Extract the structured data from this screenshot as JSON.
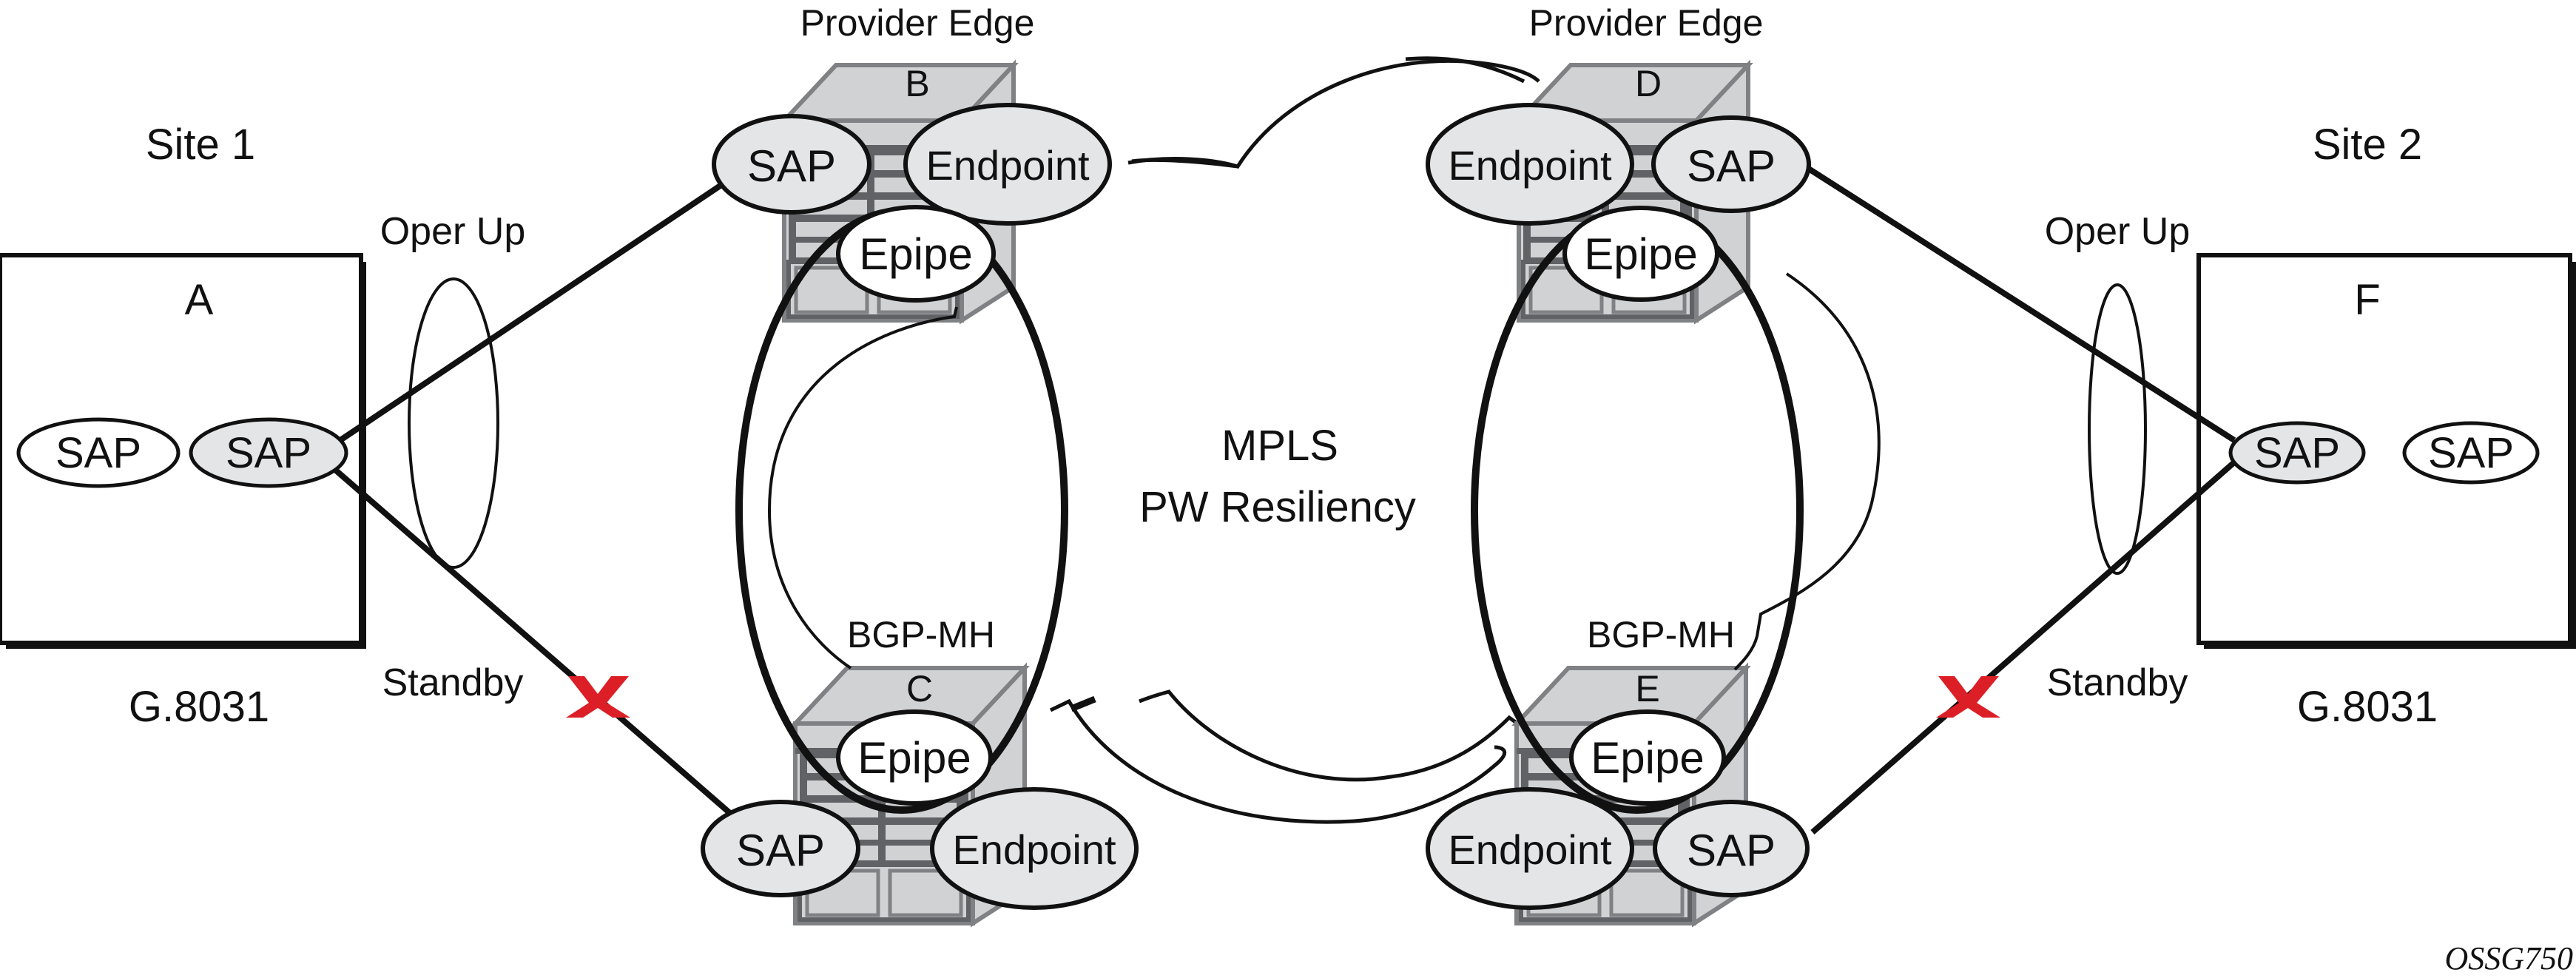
{
  "diagram": {
    "sites": [
      {
        "id": "site1",
        "title": "Site 1",
        "node": "A",
        "protection": "G.8031",
        "saps": [
          "SAP",
          "SAP"
        ],
        "oper_up": "Oper Up",
        "standby": "Standby"
      },
      {
        "id": "site2",
        "title": "Site 2",
        "node": "F",
        "protection": "G.8031",
        "saps": [
          "SAP",
          "SAP"
        ],
        "oper_up": "Oper Up",
        "standby": "Standby"
      }
    ],
    "provider_edges": [
      {
        "node": "B",
        "header": "Provider Edge",
        "sap": "SAP",
        "endpoint": "Endpoint",
        "service": "Epipe"
      },
      {
        "node": "C",
        "header": "BGP-MH",
        "sap": "SAP",
        "endpoint": "Endpoint",
        "service": "Epipe"
      },
      {
        "node": "D",
        "header": "Provider Edge",
        "sap": "SAP",
        "endpoint": "Endpoint",
        "service": "Epipe"
      },
      {
        "node": "E",
        "header": "BGP-MH",
        "sap": "SAP",
        "endpoint": "Endpoint",
        "service": "Epipe"
      }
    ],
    "core": {
      "line1": "MPLS",
      "line2": "PW Resiliency"
    },
    "failed_link_marker": "X",
    "figure_id": "OSSG750"
  },
  "colors": {
    "router_light": "#d1d2d4",
    "router_dark": "#616265",
    "router_mid": "#808184",
    "ellipse_fill": "#e4e5e6",
    "fail_red": "#dc1f26",
    "stroke": "#111111"
  }
}
